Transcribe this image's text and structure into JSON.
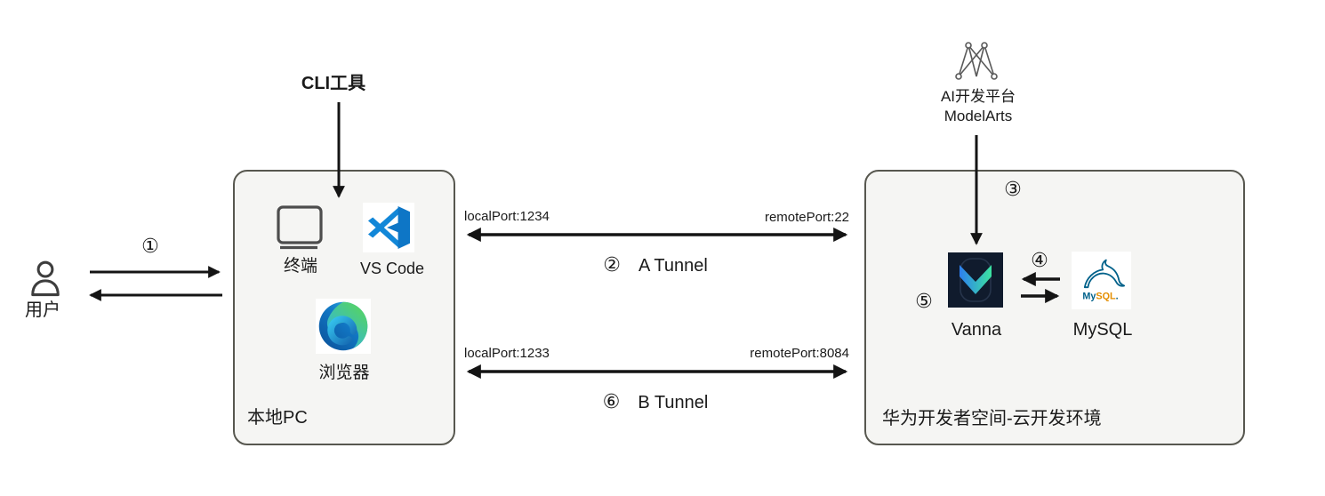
{
  "user": {
    "label": "用户",
    "badge": "①"
  },
  "cli": {
    "label": "CLI工具"
  },
  "local_pc": {
    "title": "本地PC",
    "terminal": {
      "label": "终端",
      "icon": "terminal-monitor-icon"
    },
    "vscode": {
      "label": "VS Code",
      "icon": "vscode-icon"
    },
    "browser": {
      "label": "浏览器",
      "icon": "edge-browser-icon"
    }
  },
  "tunnel_a": {
    "badge": "②",
    "name": "A Tunnel",
    "local_port": "localPort:1234",
    "remote_port": "remotePort:22"
  },
  "tunnel_b": {
    "badge": "⑥",
    "name": "B Tunnel",
    "local_port": "localPort:1233",
    "remote_port": "remotePort:8084"
  },
  "modelarts": {
    "line1": "AI开发平台",
    "line2": "ModelArts",
    "badge": "③",
    "icon": "modelarts-network-icon"
  },
  "cloud": {
    "title": "华为开发者空间-云开发环境",
    "vanna": {
      "label": "Vanna",
      "badge": "⑤",
      "icon": "vanna-icon"
    },
    "mysql": {
      "label": "MySQL",
      "badge": "④",
      "icon": "mysql-dolphin-icon",
      "wordmark_my": "My",
      "wordmark_sql": "SQL",
      "wordmark_dot": "."
    }
  },
  "colors": {
    "background": "#ffffff",
    "box_fill": "#f5f5f3",
    "box_border": "#57574f",
    "arrow": "#141414",
    "vanna_bg": "#101b2d",
    "vanna_gradient_start": "#2d7ff0",
    "vanna_gradient_end": "#3ce3a0",
    "mysql_blue": "#00618a",
    "mysql_orange": "#e48e00",
    "vscode_blue": "#0e76c6",
    "edge_dark_blue": "#0b57a4",
    "edge_cyan": "#2fb3e8",
    "edge_green": "#57d45f"
  }
}
